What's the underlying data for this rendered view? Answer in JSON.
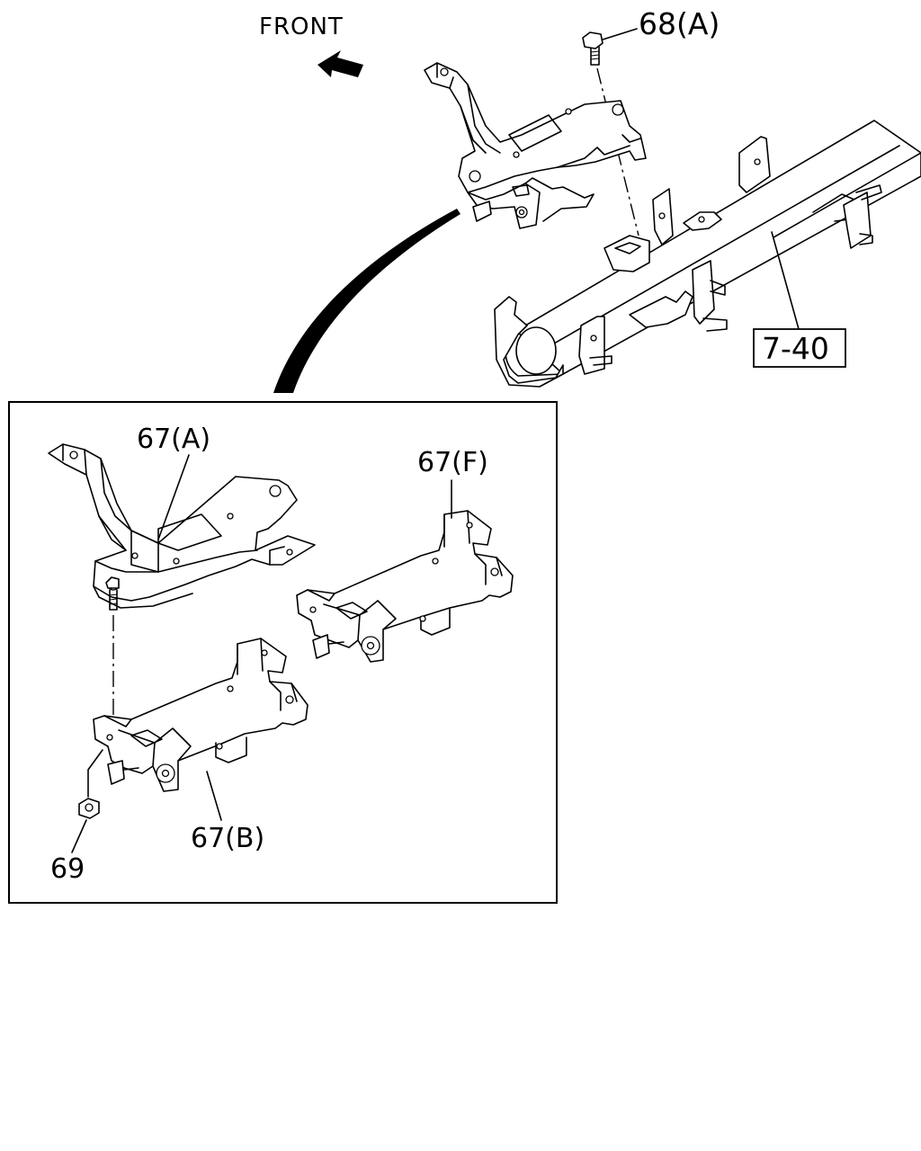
{
  "diagram": {
    "front_label": "FRONT",
    "callouts": {
      "bolt_68a": "68(A)",
      "ref_7_40": "7-40",
      "bracket_67a": "67(A)",
      "bracket_67f": "67(F)",
      "bracket_67b": "67(B)",
      "nut_69": "69"
    }
  }
}
